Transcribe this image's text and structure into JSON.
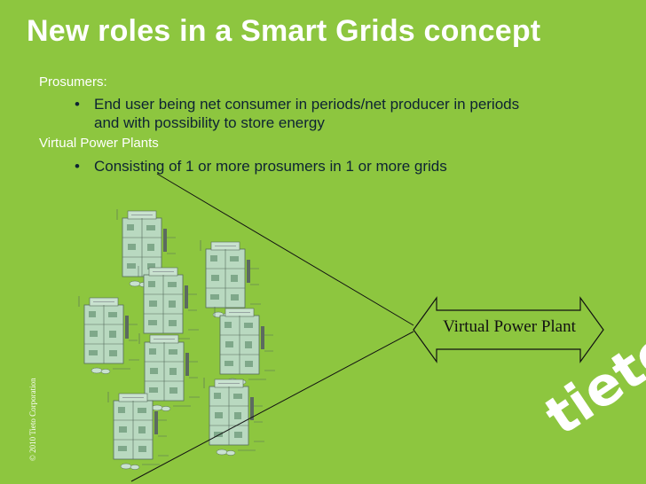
{
  "slide": {
    "title": "New roles in a Smart Grids concept",
    "sections": [
      {
        "heading": "Prosumers:",
        "bullet": "End user being net consumer in periods/net producer in periods and with possibility to store energy"
      },
      {
        "heading": "Virtual Power Plants",
        "bullet": "Consisting of 1 or more prosumers in 1 or more grids"
      }
    ],
    "bullet_symbol": "•"
  },
  "diagram": {
    "target_label": "Virtual Power Plant",
    "house_count": 8
  },
  "footer": {
    "copyright": "© 2010 Tieto Corporation",
    "logo_text": "tieto"
  },
  "colors": {
    "background": "#8dc63f",
    "title": "#ffffff",
    "body_text": "#0d2333"
  }
}
